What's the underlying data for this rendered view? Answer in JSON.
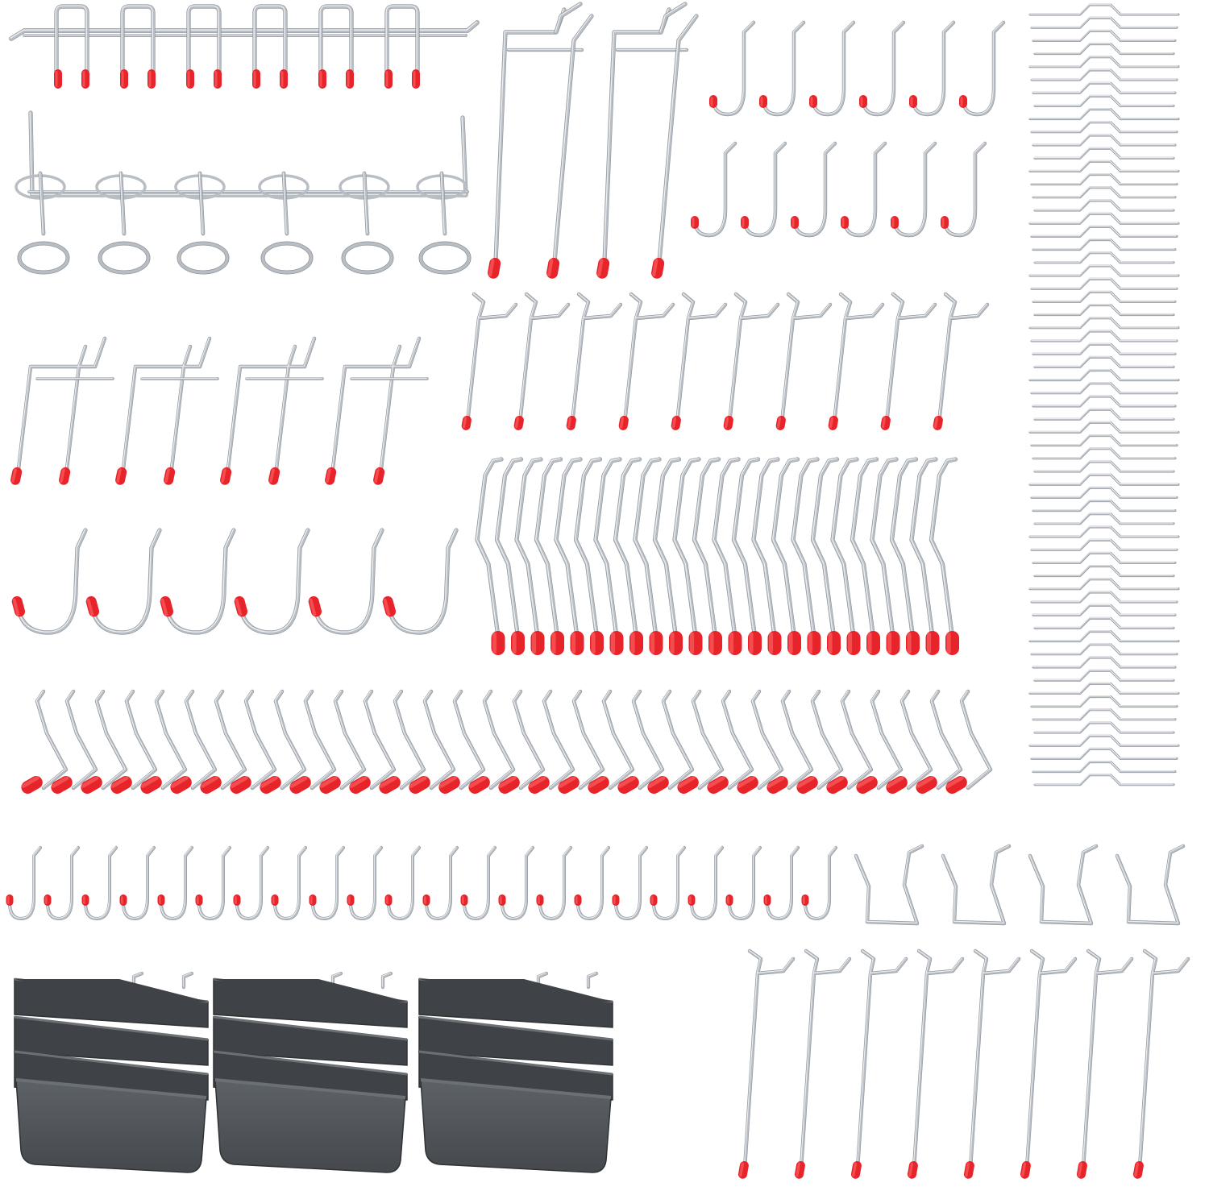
{
  "image": {
    "subject": "pegboard-hooks-and-bins-assortment",
    "text": []
  },
  "colors": {
    "background": "#ffffff",
    "wire": "#b9bec4",
    "wire_highlight": "#eef1f4",
    "wire_shadow": "#8c9298",
    "tip": "#e8242b",
    "tip_dark": "#b5141a",
    "bin": "#52575c",
    "bin_dark": "#3f4347",
    "bin_light": "#6b7075"
  },
  "groups": {
    "double_hook_bar": {
      "hook_pairs": 6
    },
    "ring_holder_bar": {
      "rings": 6
    },
    "tall_double_hooks": {
      "count": 2
    },
    "j_hooks_small": {
      "rows": 2,
      "per_row": 6
    },
    "single_hooks_medium": {
      "count": 10
    },
    "double_hooks_medium": {
      "count": 4
    },
    "j_hooks_large": {
      "count": 6
    },
    "l_hooks_row_upper": {
      "count": 24
    },
    "l_hooks_row_lower": {
      "count": 32
    },
    "pegboard_locks": {
      "count": 60
    },
    "j_hooks_tiny": {
      "count": 22
    },
    "bent_tool_holders": {
      "count": 4
    },
    "single_hooks_long": {
      "count": 8
    },
    "bin_stacks": {
      "stacks": 3,
      "bins_per_stack": 4
    }
  }
}
